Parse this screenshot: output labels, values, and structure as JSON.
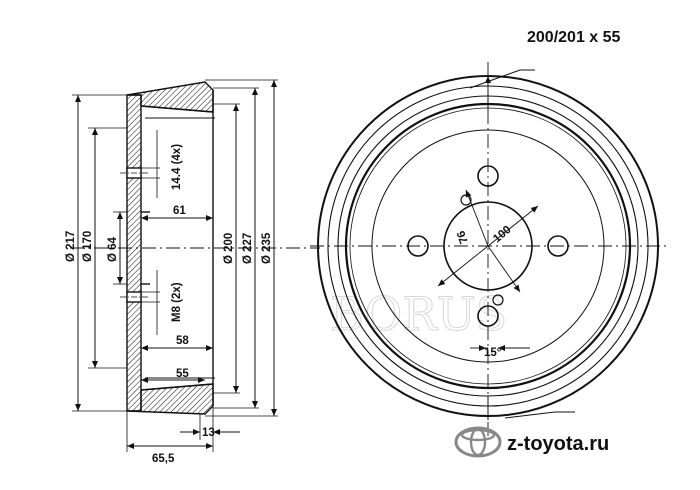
{
  "header": {
    "size_label": "200/201 x 55"
  },
  "side_view": {
    "labels": {
      "d217": "Ø 217",
      "d170": "Ø 170",
      "d64": "Ø 64",
      "d200": "Ø 200",
      "d227": "Ø 227",
      "d235": "Ø 235",
      "hole": "14.4 (4x)",
      "thread": "M8 (2x)",
      "w61": "61",
      "w58": "58",
      "w55": "55",
      "w65": "65,5",
      "w13": "13"
    }
  },
  "front_view": {
    "labels": {
      "pcd": "100",
      "aux": "76",
      "angle": "15°"
    }
  },
  "watermark": {
    "text": "BORUS"
  },
  "brand": {
    "site": "z-toyota.ru"
  },
  "colors": {
    "line": "#111111",
    "watermark": "#d8d8d8",
    "background": "#ffffff"
  }
}
